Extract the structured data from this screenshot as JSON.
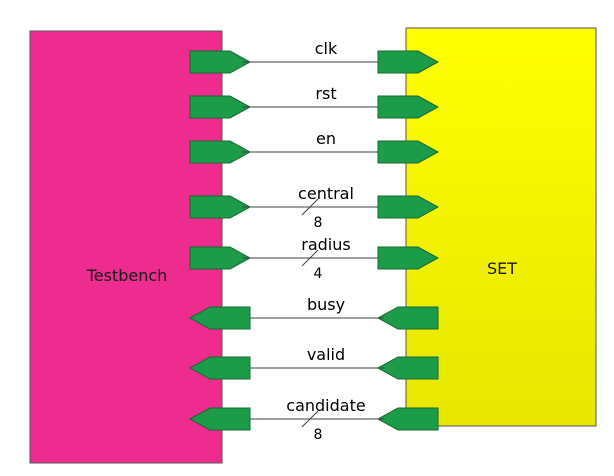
{
  "blocks": {
    "left": {
      "label": "Testbench"
    },
    "right": {
      "label": "SET"
    }
  },
  "signals": [
    {
      "name": "clk",
      "direction": "in",
      "width": ""
    },
    {
      "name": "rst",
      "direction": "in",
      "width": ""
    },
    {
      "name": "en",
      "direction": "in",
      "width": ""
    },
    {
      "name": "central",
      "direction": "in",
      "width": "8"
    },
    {
      "name": "radius",
      "direction": "in",
      "width": "4"
    },
    {
      "name": "busy",
      "direction": "out",
      "width": ""
    },
    {
      "name": "valid",
      "direction": "out",
      "width": ""
    },
    {
      "name": "candidate",
      "direction": "out",
      "width": "8"
    }
  ],
  "colors": {
    "testbench": "#ee2b8e",
    "set_top": "#ffff00",
    "set_bottom": "#e6e600",
    "port_fill": "#1c9c49",
    "port_stroke": "#136b31",
    "wire": "#404040"
  }
}
